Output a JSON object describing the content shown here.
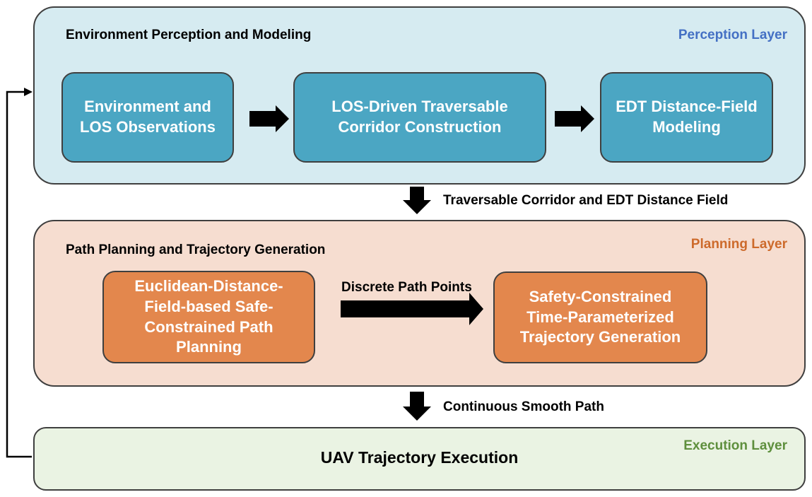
{
  "layers": {
    "perception": {
      "title": "Environment Perception and Modeling",
      "tag": "Perception Layer",
      "boxes": [
        "Environment and\nLOS Observations",
        "LOS-Driven Traversable\nCorridor Construction",
        "EDT Distance-Field\nModeling"
      ]
    },
    "planning": {
      "title": "Path Planning and Trajectory Generation",
      "tag": "Planning Layer",
      "boxes": [
        "Euclidean-Distance-\nField-based Safe-\nConstrained Path\nPlanning",
        "Safety-Constrained\nTime-Parameterized\nTrajectory Generation"
      ],
      "edge_label": "Discrete Path Points"
    },
    "execution": {
      "title": "UAV Trajectory Execution",
      "tag": "Execution Layer"
    }
  },
  "flows": {
    "perception_to_planning": "Traversable Corridor and EDT Distance Field",
    "planning_to_execution": "Continuous Smooth Path"
  },
  "colors": {
    "perception_bg": "#d6ebf1",
    "perception_box": "#4ba6c3",
    "perception_tag": "#4470c4",
    "planning_bg": "#f6ddd0",
    "planning_box": "#e3874d",
    "planning_tag": "#cd6a2b",
    "execution_bg": "#eaf3e3",
    "execution_tag": "#5e8f3d"
  }
}
